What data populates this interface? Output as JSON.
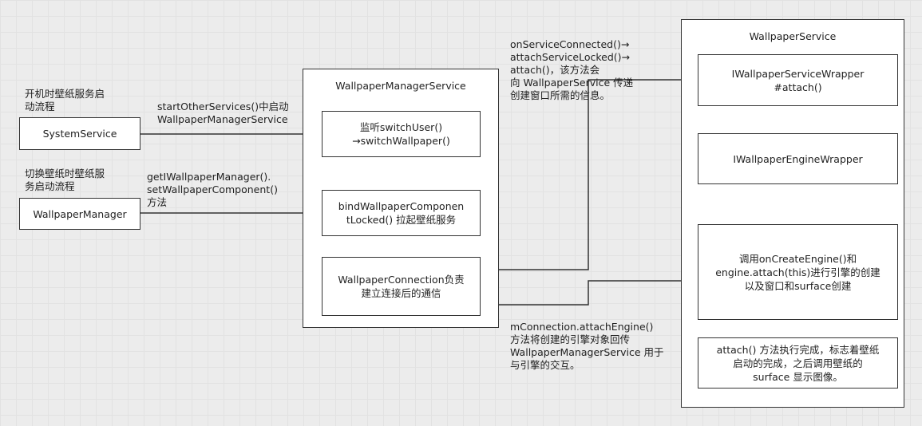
{
  "left_notes": {
    "system_flow": "开机时壁纸服务启\n动流程",
    "switch_flow": "切换壁纸时壁纸服\n务启动流程"
  },
  "nodes": {
    "system_service": "SystemService",
    "wallpaper_manager": "WallpaperManager",
    "wms_title": "WallpaperManagerService",
    "wms_switch_user": "监听switchUser()\n→switchWallpaper()",
    "wms_bind": "bindWallpaperComponen\ntLocked() 拉起壁纸服务",
    "wms_connection": "WallpaperConnection负责\n建立连接后的通信",
    "ws_title": "WallpaperService",
    "ws_wrapper": "IWallpaperServiceWrapper\n#attach()",
    "ws_engine_wrapper": "IWallpaperEngineWrapper",
    "ws_create_engine": "调用onCreateEngine()和\nengine.attach(this)进行引擎的创建\n以及窗口和surface创建",
    "ws_attach_done": "attach() 方法执行完成，标志着壁纸\n启动的完成，之后调用壁纸的\nsurface 显示图像。"
  },
  "edge_labels": {
    "start_other": "startOtherServices()中启动\nWallpaperManagerService",
    "set_component": "getIWallpaperManager().\nsetWallpaperComponent()\n方法",
    "service_connected": "onServiceConnected()→\nattachServiceLocked()→\nattach()，该方法会\n向 WallpaperService 传递\n创建窗口所需的信息。",
    "attach_engine": "mConnection.attachEngine()\n方法将创建的引擎对象回传\nWallpaperManagerService 用于\n与引擎的交互。"
  }
}
